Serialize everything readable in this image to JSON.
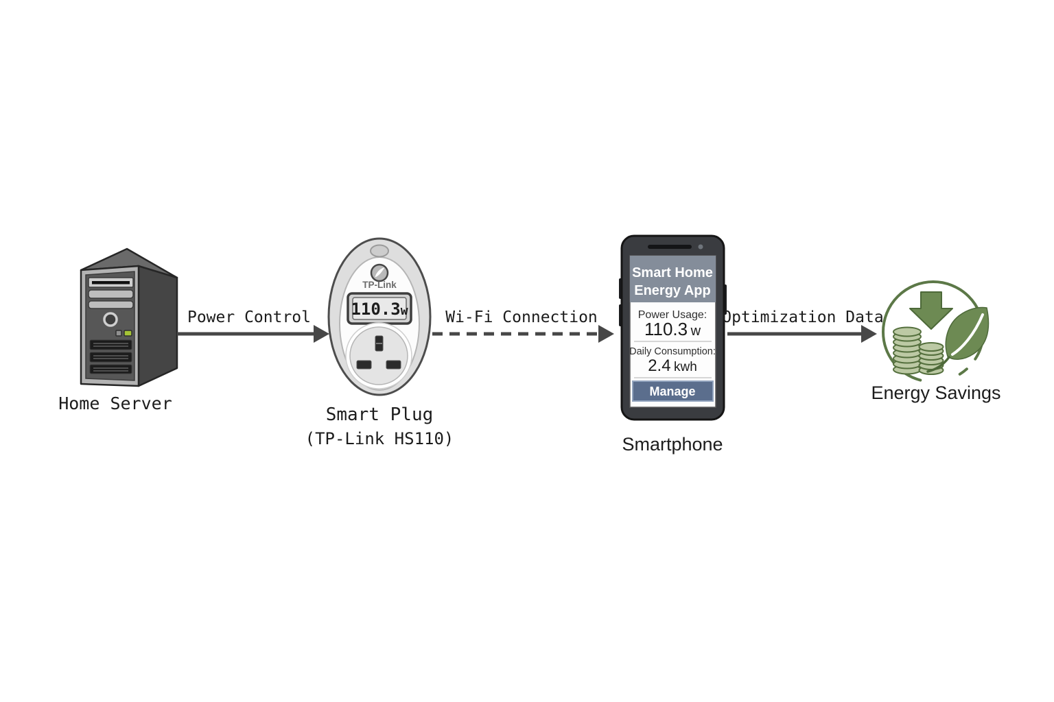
{
  "nodes": {
    "home_server": {
      "label": "Home Server"
    },
    "smart_plug": {
      "label": "Smart Plug",
      "sublabel": "(TP-Link HS110)",
      "brand": "TP-Link",
      "lcd": {
        "value": "110.3",
        "unit": "w"
      }
    },
    "smartphone": {
      "label": "Smartphone",
      "app": {
        "title_line1": "Smart Home",
        "title_line2": "Energy App",
        "power_usage": {
          "label": "Power Usage:",
          "value": "110.3",
          "unit": "w"
        },
        "daily_consumption": {
          "label": "Daily Consumption:",
          "value": "2.4",
          "unit": "kwh"
        },
        "manage_button_label": "Manage"
      }
    },
    "energy_savings": {
      "label": "Energy Savings"
    }
  },
  "arrows": {
    "power_control": {
      "label": "Power Control",
      "style": "solid"
    },
    "wifi_connection": {
      "label": "Wi-Fi Connection",
      "style": "dashed"
    },
    "optimization_data": {
      "label": "Optimization Data",
      "style": "solid"
    }
  },
  "icons": {
    "server": "server-tower-icon",
    "plug_logo": "tp-link-logo-icon",
    "savings": [
      "circle-outline-icon",
      "down-arrow-icon",
      "coin-stack-icon",
      "leaf-icon"
    ]
  },
  "colors": {
    "background": "#ffffff",
    "arrow": "#474747",
    "label_text": "#1c1c1c",
    "app_header_bg": "#848d9a",
    "manage_button_bg": "#5b6e8d",
    "manage_button_border": "#93a5bf",
    "energy_green": "#6d8a53",
    "energy_green_dark": "#4d6939",
    "coin_fill": "#bcc9a4",
    "server_led_green": "#a5c436"
  }
}
